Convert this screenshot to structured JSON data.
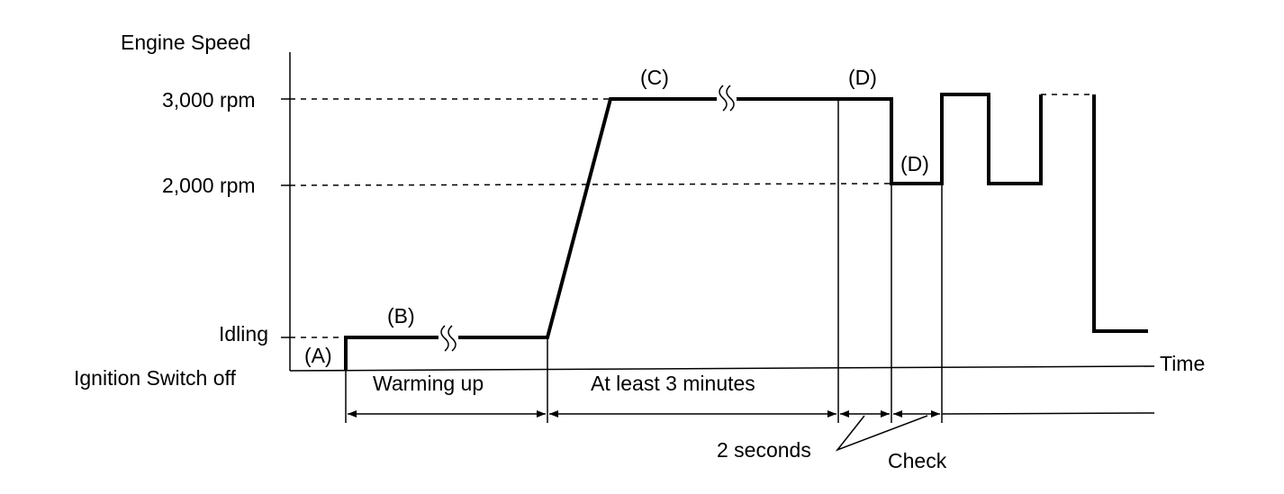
{
  "labels": {
    "y_axis": "Engine Speed",
    "x_axis": "Time",
    "rpm_3000": "3,000 rpm",
    "rpm_2000": "2,000 rpm",
    "idling": "Idling",
    "ignition_off": "Ignition Switch off",
    "phase_a": "(A)",
    "phase_b": "(B)",
    "phase_c": "(C)",
    "phase_d1": "(D)",
    "phase_d2": "(D)",
    "warming_up": "Warming up",
    "at_least_3_min": "At least 3 minutes",
    "two_seconds": "2 seconds",
    "check": "Check"
  }
}
